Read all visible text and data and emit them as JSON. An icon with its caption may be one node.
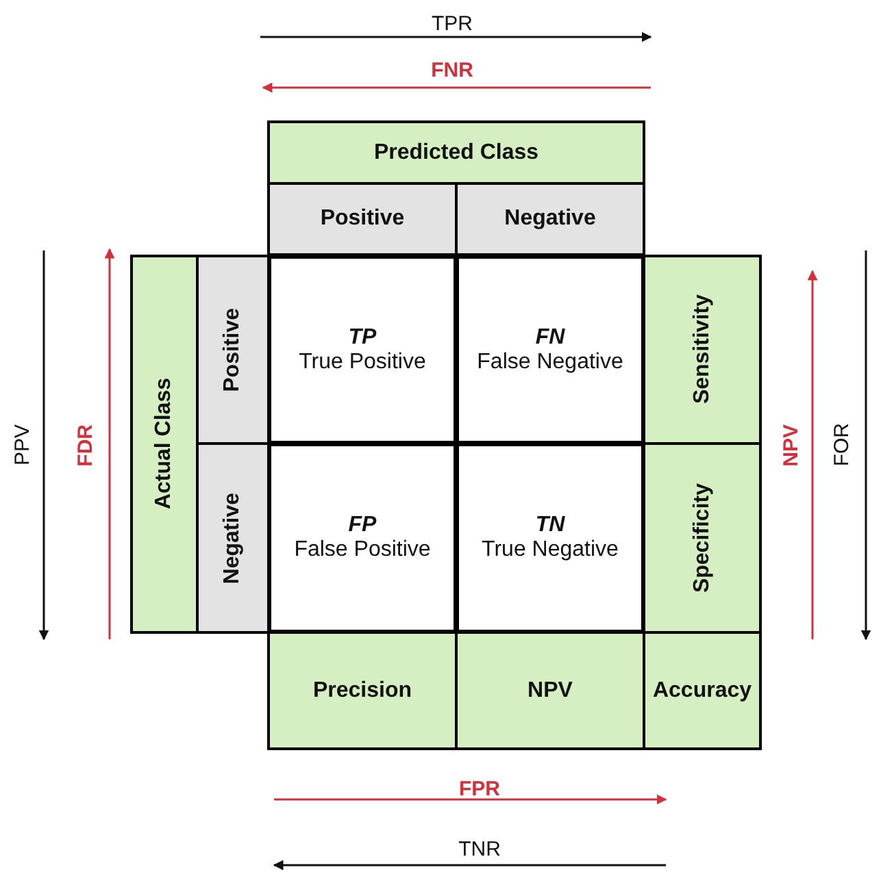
{
  "diagram": {
    "nodes": [
      {
        "text": [
          "Predicted Class"
        ]
      },
      {
        "text": [
          "Positive"
        ]
      },
      {
        "text": [
          "Negative"
        ]
      },
      {
        "text": [
          "Actual Class"
        ]
      },
      {
        "text": [
          "Positive"
        ]
      },
      {
        "text": [
          "Negative"
        ]
      },
      {
        "text": [
          "TP",
          "True Positive"
        ]
      },
      {
        "text": [
          "FN",
          "False Negative"
        ]
      },
      {
        "text": [
          "Sensitivity"
        ]
      },
      {
        "text": [
          "FP",
          "False Positive"
        ]
      },
      {
        "text": [
          "TN",
          "True Negative"
        ]
      },
      {
        "text": [
          "Specificity"
        ]
      },
      {
        "text": [
          "Precision"
        ]
      },
      {
        "text": [
          "NPV"
        ]
      },
      {
        "text": [
          "Accuracy"
        ]
      }
    ],
    "edges": [],
    "labels": [
      "TPR",
      "FNR",
      "PPV",
      "FDR",
      "NPV",
      "FOR",
      "FPR",
      "TNR"
    ]
  }
}
